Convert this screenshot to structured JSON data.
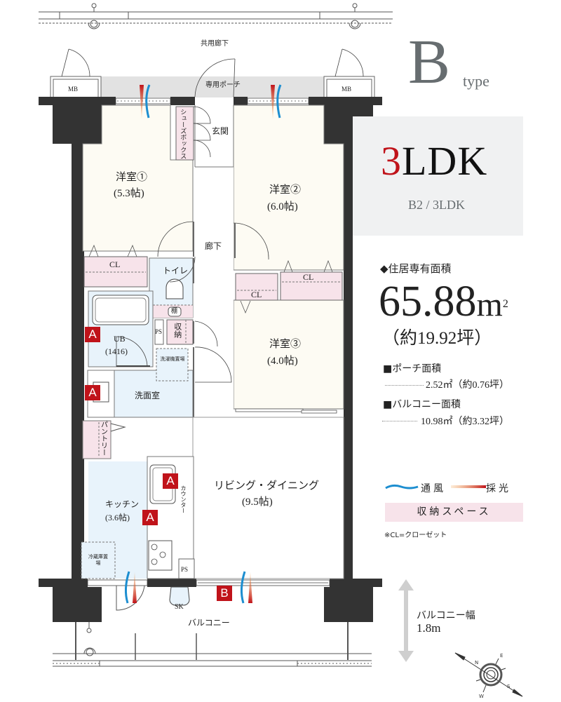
{
  "header": {
    "type_letter": "B",
    "type_word": "type",
    "layout_number": "3",
    "layout_rest": "LDK",
    "layout_sub": "B2 / 3LDK"
  },
  "area": {
    "heading": "◆住居専有面積",
    "value": "65.88",
    "unit": "m",
    "unit_sup": "2",
    "tsubo": "（約19.92坪）",
    "porch_heading": "■ポーチ面積",
    "porch_value": "2.52㎡（約0.76坪）",
    "balcony_heading": "■バルコニー面積",
    "balcony_value": "10.98㎡（約3.32坪）"
  },
  "legend": {
    "ventilation": "通風",
    "daylight": "採光",
    "storage": "収納スペース",
    "note": "※CL=クローゼット",
    "colors": {
      "ventilation": "#1d8ed0",
      "daylight": "#c0131a",
      "storage": "#f7e3ea",
      "badge": "#c0131a",
      "wall": "#333333",
      "room_western": "#fdfbf3",
      "room_wet": "#e8f3fb"
    }
  },
  "balcony_width": {
    "label": "バルコニー幅",
    "value": "1.8m"
  },
  "compass": {
    "labels": [
      "N",
      "E",
      "S",
      "W"
    ]
  },
  "plan": {
    "common_corridor": "共用廊下",
    "private_porch": "専用ポーチ",
    "mb_left": "MB",
    "mb_right": "MB",
    "shoe_box": "シューズボックス",
    "entrance": "玄関",
    "hallway": "廊下",
    "room1_name": "洋室①",
    "room1_size": "(5.3帖)",
    "room2_name": "洋室②",
    "room2_size": "(6.0帖)",
    "room3_name": "洋室③",
    "room3_size": "(4.0帖)",
    "cl1": "CL",
    "cl2": "CL",
    "cl3": "CL",
    "toilet": "トイレ",
    "shelf": "棚",
    "ps1": "PS",
    "storage": "収納",
    "washer": "洗濯機置場",
    "ub_name": "UB",
    "ub_size": "(1416)",
    "washroom": "洗面室",
    "pantry": "パントリー",
    "kitchen_name": "キッチン",
    "kitchen_size": "(3.6帖)",
    "counter": "カウンター",
    "fridge": "冷蔵庫置場",
    "ps2": "PS",
    "ld_name": "リビング・ダイニング",
    "ld_size": "(9.5帖)",
    "sk": "SK",
    "balcony": "バルコニー",
    "badges": [
      "A",
      "A",
      "A",
      "A",
      "B"
    ]
  }
}
